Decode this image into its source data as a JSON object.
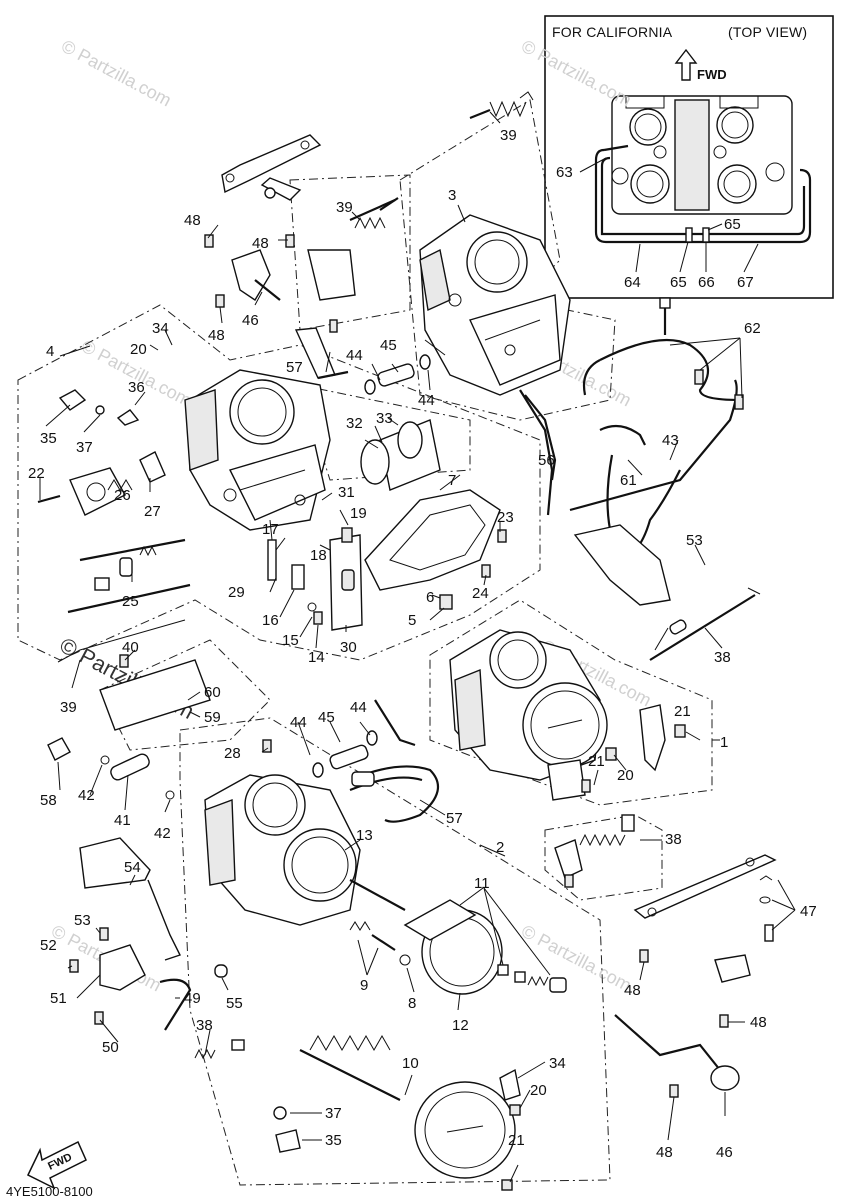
{
  "inset": {
    "title_left": "FOR CALIFORNIA",
    "title_right": "(TOP VIEW)",
    "fwd_label": "FWD",
    "callouts": [
      "63",
      "65",
      "64",
      "65",
      "66",
      "67"
    ]
  },
  "watermarks": {
    "light": "© Partzilla.com",
    "dark": "© Partzilla.com"
  },
  "corner_fwd_label": "FWD",
  "diagram_code": "4YE5100-8100",
  "callouts": {
    "c1": "1",
    "c2": "2",
    "c3": "3",
    "c4": "4",
    "c5": "5",
    "c6": "6",
    "c7": "7",
    "c8": "8",
    "c9": "9",
    "c10": "10",
    "c11": "11",
    "c12": "12",
    "c13": "13",
    "c14": "14",
    "c15": "15",
    "c16": "16",
    "c17": "17",
    "c18": "18",
    "c19": "19",
    "c20a": "20",
    "c20b": "20",
    "c20c": "20",
    "c21a": "21",
    "c21b": "21",
    "c21c": "21",
    "c22": "22",
    "c23": "23",
    "c24": "24",
    "c25": "25",
    "c26": "26",
    "c27": "27",
    "c28": "28",
    "c29": "29",
    "c30": "30",
    "c31": "31",
    "c32": "32",
    "c33": "33",
    "c34a": "34",
    "c34b": "34",
    "c35a": "35",
    "c35b": "35",
    "c36": "36",
    "c37a": "37",
    "c37b": "37",
    "c38a": "38",
    "c38b": "38",
    "c38c": "38",
    "c39a": "39",
    "c39b": "39",
    "c39c": "39",
    "c40": "40",
    "c41": "41",
    "c42a": "42",
    "c42b": "42",
    "c43": "43",
    "c44a": "44",
    "c44b": "44",
    "c44c": "44",
    "c44d": "44",
    "c45a": "45",
    "c45b": "45",
    "c46a": "46",
    "c46b": "46",
    "c47": "47",
    "c48a": "48",
    "c48b": "48",
    "c48c": "48",
    "c48d": "48",
    "c48e": "48",
    "c48f": "48",
    "c49": "49",
    "c50": "50",
    "c51": "51",
    "c52": "52",
    "c53a": "53",
    "c53b": "53",
    "c54": "54",
    "c55": "55",
    "c56": "56",
    "c57a": "57",
    "c57b": "57",
    "c58": "58",
    "c59": "59",
    "c60": "60",
    "c61": "61",
    "c62": "62"
  }
}
